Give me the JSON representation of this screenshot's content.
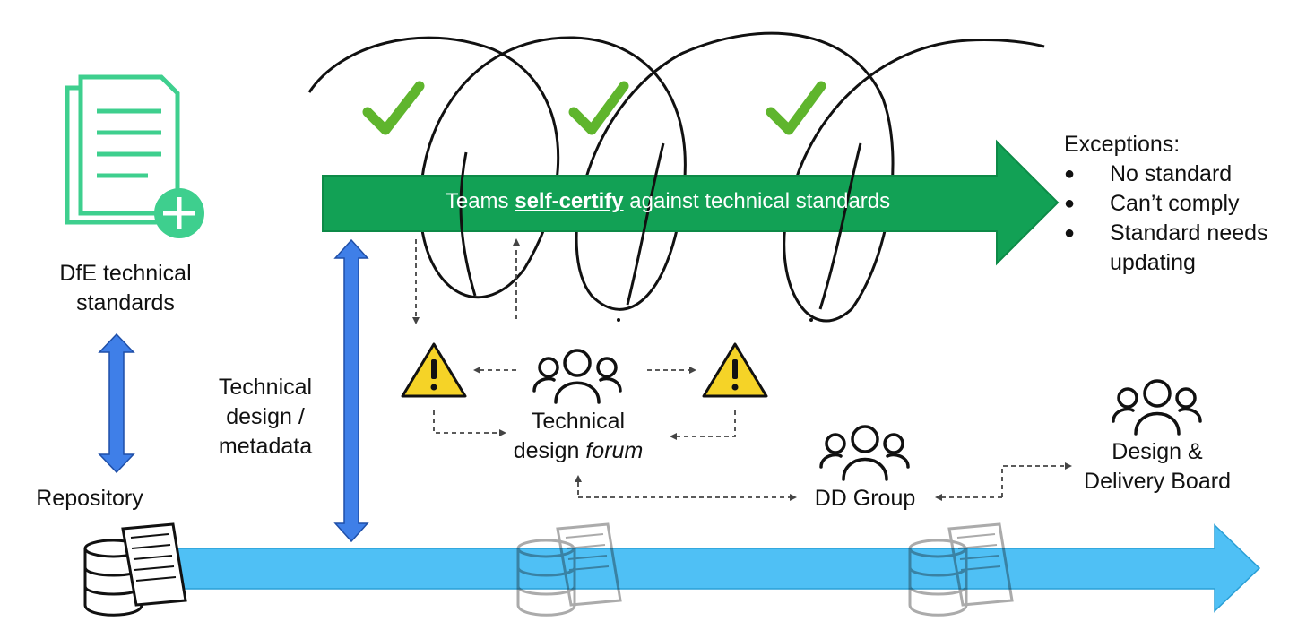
{
  "standards": {
    "label": "DfE technical standards",
    "icon": "document-plus-icon",
    "color": "#3ecf8e"
  },
  "repository": {
    "label": "Repository",
    "icon": "database-document-icon"
  },
  "metadata": {
    "label": "Technical design / metadata"
  },
  "self_certify": {
    "prefix": "Teams ",
    "emphasis": "self-certify",
    "suffix": " against technical standards",
    "color": "#12a155"
  },
  "exceptions": {
    "title": "Exceptions:",
    "items": [
      "No standard",
      "Can’t comply",
      "Standard needs updating"
    ]
  },
  "forum": {
    "line1": "Technical",
    "line2_prefix": "design ",
    "line2_emphasis": "forum",
    "icon": "people-group-icon"
  },
  "warnings": {
    "icon": "warning-icon",
    "color": "#f5d327"
  },
  "dd_group": {
    "label": "DD Group",
    "icon": "people-group-icon"
  },
  "board": {
    "label": "Design & Delivery Board",
    "icon": "people-group-icon"
  },
  "check_icon": {
    "icon": "checkmark-icon",
    "color": "#5fb52d"
  },
  "timeline": {
    "color": "#4fc0f5"
  },
  "double_arrow": {
    "color": "#3f7fe8"
  }
}
